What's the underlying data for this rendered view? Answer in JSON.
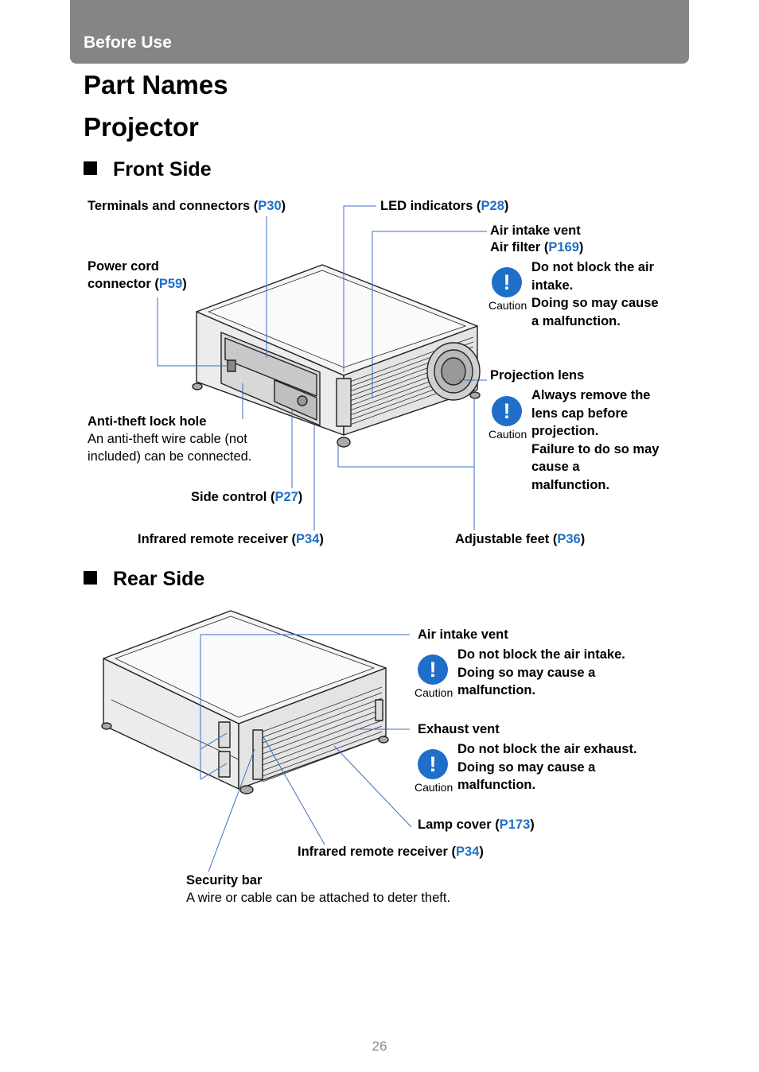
{
  "header": {
    "section": "Before Use"
  },
  "title": "Part Names",
  "subtitle": "Projector",
  "front": {
    "heading": "Front Side",
    "terminals": {
      "label": "Terminals and connectors",
      "ref": "P30"
    },
    "led": {
      "label": "LED indicators",
      "ref": "P28"
    },
    "air_intake": {
      "label": "Air intake vent",
      "filter_label": "Air filter",
      "ref": "P169"
    },
    "air_caution": {
      "icon_label": "Caution",
      "lines": [
        "Do not block the air",
        "intake.",
        "Doing so may cause",
        "a malfunction."
      ]
    },
    "power": {
      "label_line1": "Power cord",
      "label_line2": "connector",
      "ref": "P59"
    },
    "lens": {
      "label": "Projection lens"
    },
    "lens_caution": {
      "icon_label": "Caution",
      "lines": [
        "Always remove the",
        "lens cap before",
        "projection.",
        "Failure to do so may",
        "cause a",
        "malfunction."
      ]
    },
    "antitheft": {
      "label": "Anti-theft lock hole",
      "desc_line1": "An anti-theft wire cable (not",
      "desc_line2": "included) can be connected."
    },
    "side_control": {
      "label": "Side control",
      "ref": "P27"
    },
    "ir": {
      "label": "Infrared remote receiver",
      "ref": "P34"
    },
    "feet": {
      "label": "Adjustable feet",
      "ref": "P36"
    }
  },
  "rear": {
    "heading": "Rear Side",
    "air_intake": {
      "label": "Air intake vent"
    },
    "intake_caution": {
      "icon_label": "Caution",
      "lines": [
        "Do not block the air intake.",
        "Doing so may cause a",
        "malfunction."
      ]
    },
    "exhaust": {
      "label": "Exhaust vent"
    },
    "exhaust_caution": {
      "icon_label": "Caution",
      "lines": [
        "Do not block the air exhaust.",
        "Doing so may cause a",
        "malfunction."
      ]
    },
    "lamp": {
      "label": "Lamp cover",
      "ref": "P173"
    },
    "ir": {
      "label": "Infrared remote receiver",
      "ref": "P34"
    },
    "security": {
      "label": "Security bar",
      "desc": "A wire or cable can be attached to deter theft."
    }
  },
  "footer": {
    "page_number": "26"
  },
  "colors": {
    "header_bg": "#858585",
    "link": "#1f6fc8",
    "leader_line": "#3a6fc4"
  }
}
